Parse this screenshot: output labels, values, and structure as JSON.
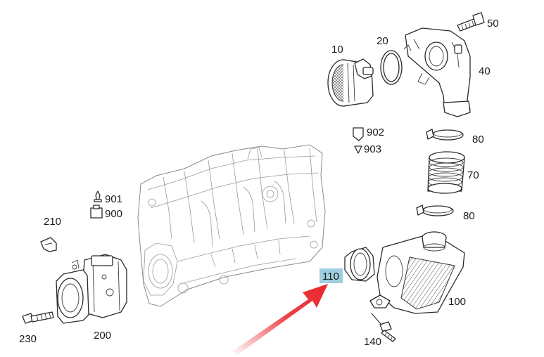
{
  "colors": {
    "highlight": "#9ecfe0",
    "arrow": "#e8242a",
    "line": "#2a2a2a"
  },
  "callouts": {
    "p10": "10",
    "p20": "20",
    "p40": "40",
    "p50": "50",
    "p70": "70",
    "p80a": "80",
    "p80b": "80",
    "p100": "100",
    "p110": "110",
    "p140": "140",
    "p200": "200",
    "p210": "210",
    "p230": "230",
    "p900": "900",
    "p901": "901",
    "p902": "902",
    "p903": "903"
  },
  "highlighted_part": "110"
}
